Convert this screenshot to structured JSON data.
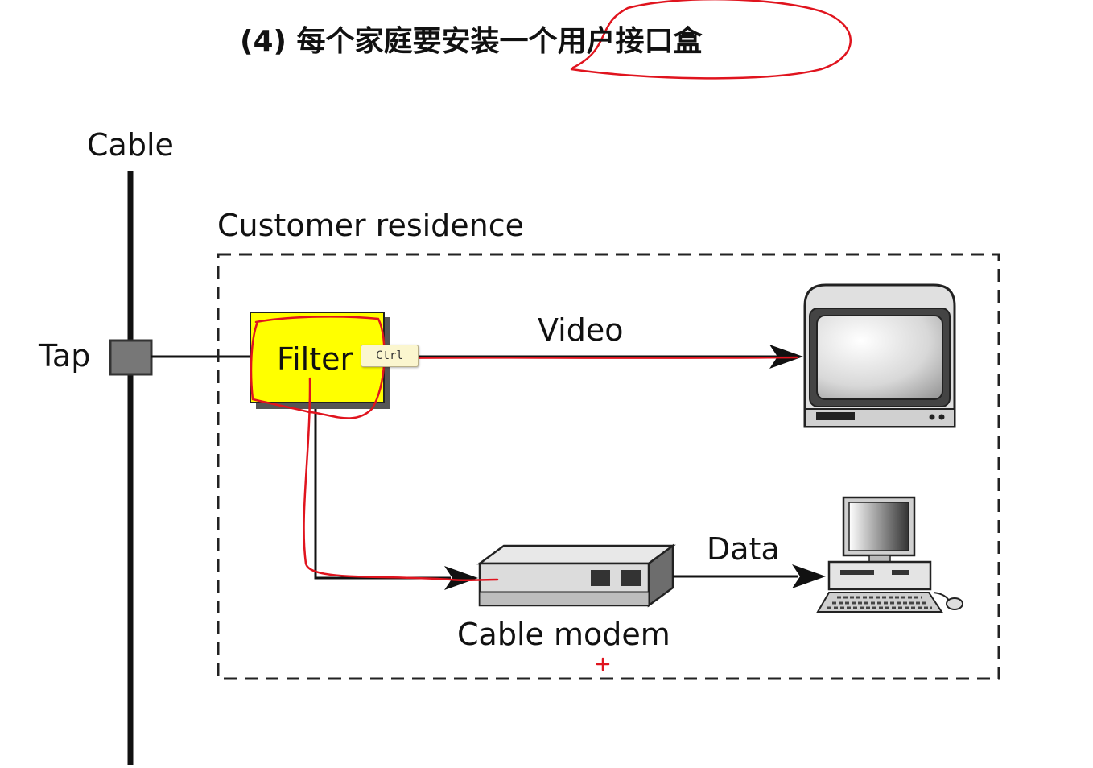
{
  "slide": {
    "title": "(4) 每个家庭要安装一个用户接口盒"
  },
  "diagram": {
    "cable_label": "Cable",
    "tap_label": "Tap",
    "residence_label": "Customer residence",
    "filter_label": "Filter",
    "video_label": "Video",
    "data_label": "Data",
    "modem_label": "Cable modem"
  },
  "overlay": {
    "tooltip_text": "Ctrl",
    "annotation_color": "#e0141e",
    "filter_fill": "#ffff00"
  }
}
